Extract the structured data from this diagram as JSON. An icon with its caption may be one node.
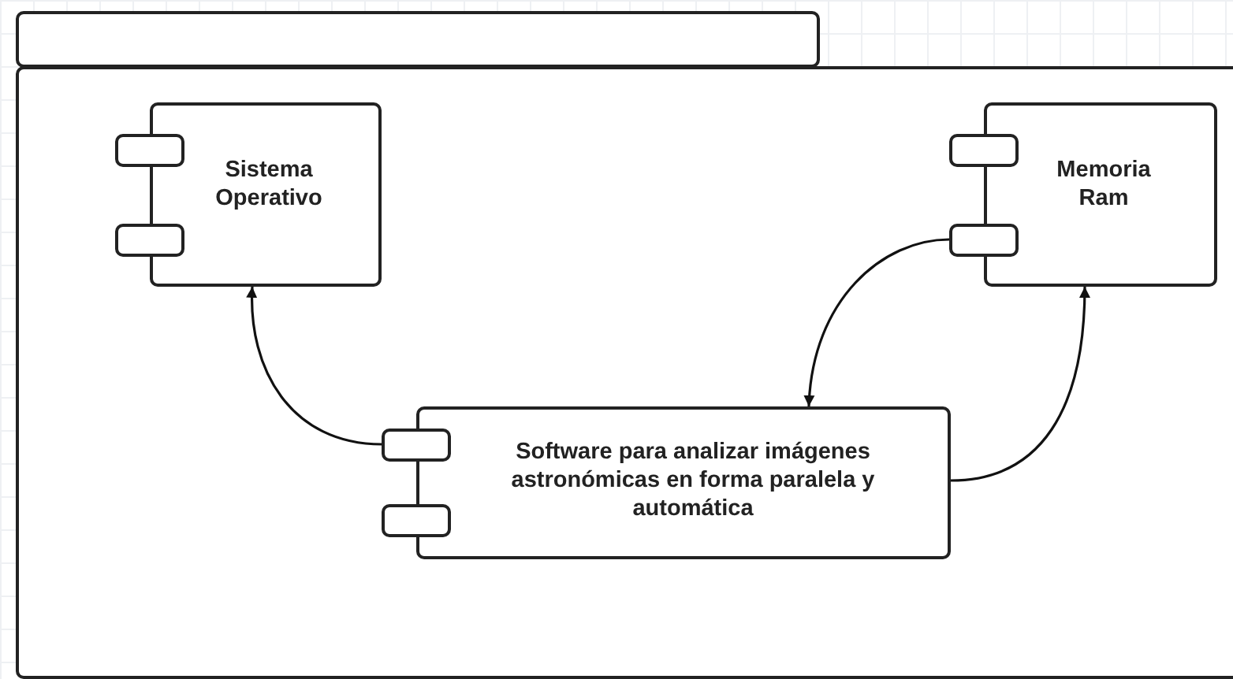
{
  "diagram": {
    "nodes": [
      {
        "text": [],
        "shape": "box"
      },
      {
        "text": [],
        "shape": "box"
      },
      {
        "text": [
          "Sistema Operativo"
        ],
        "in": 1
      },
      {
        "text": [
          "Memoria Ram"
        ],
        "in": 1
      },
      {
        "text": [
          "Software para analizar imágenes astronómicas en forma paralela y automática"
        ],
        "in": 1
      }
    ],
    "edges": [
      {
        "from": 4,
        "to": 2,
        "arrow": "to"
      },
      {
        "from": 3,
        "to": 4,
        "arrow": "to"
      },
      {
        "from": 4,
        "to": 3,
        "arrow": "to"
      }
    ]
  }
}
